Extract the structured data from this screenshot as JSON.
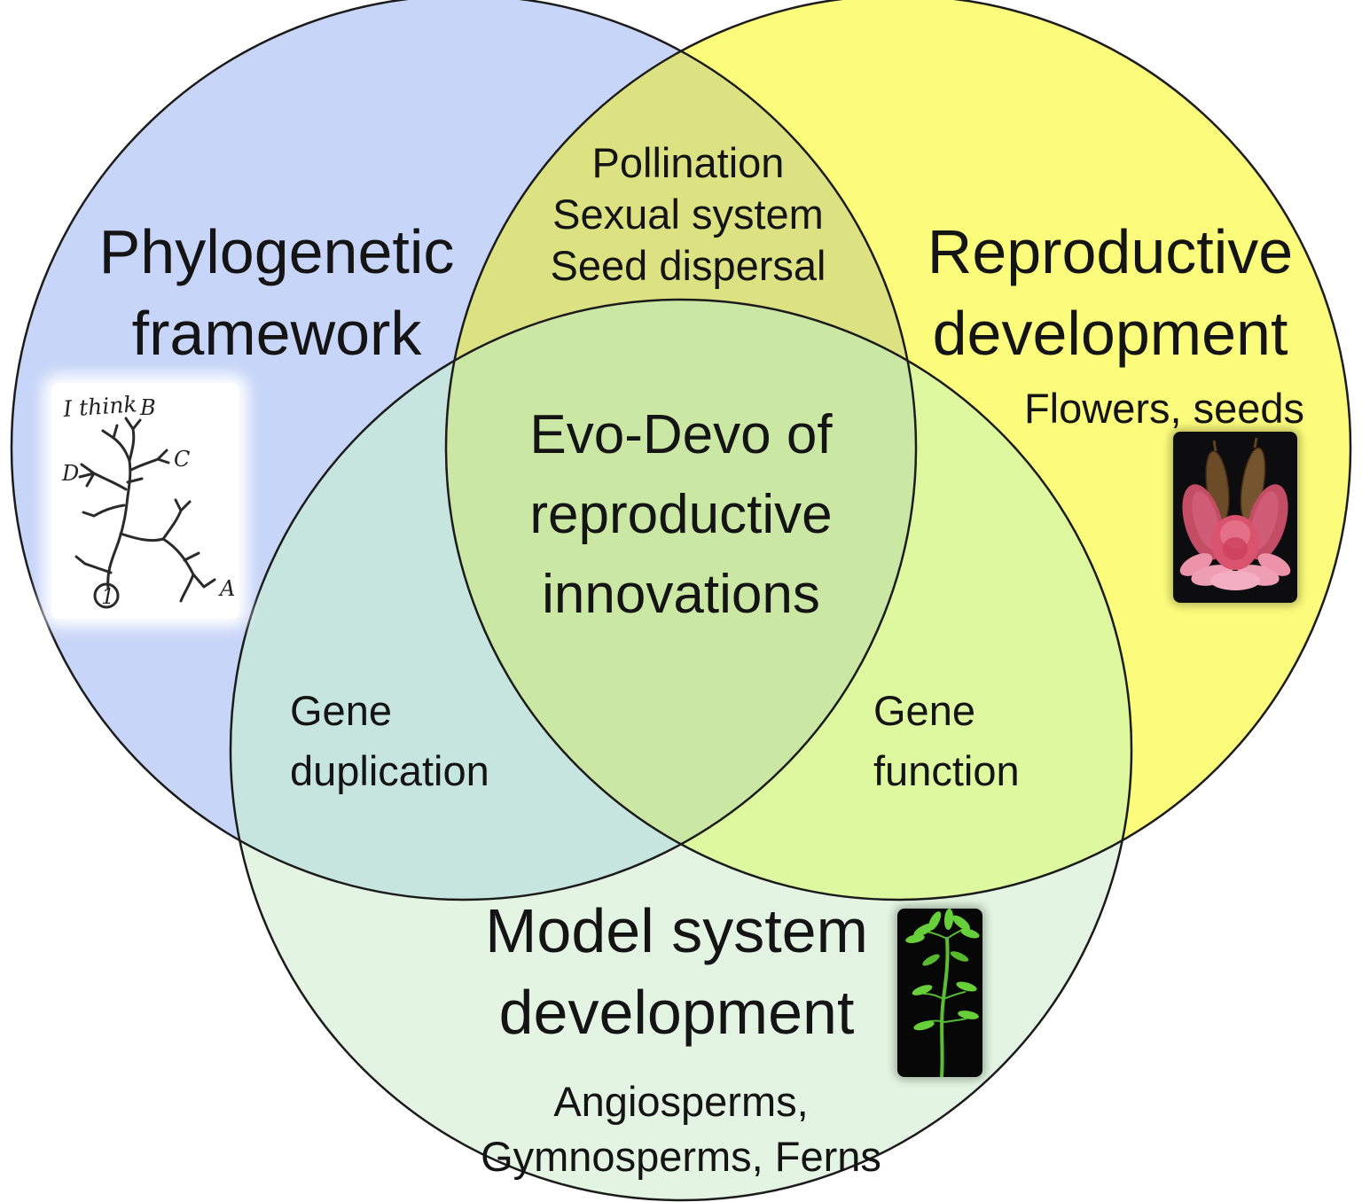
{
  "venn": {
    "colors": {
      "blue": "#c7d5f8",
      "yellow": "#fcfc7c",
      "green": "#e3f5e2",
      "blue_yellow": "#dce182",
      "blue_green": "#c6e5df",
      "yellow_green": "#ddf89e",
      "center": "#cae7a3",
      "outline": "#1c1c1c",
      "text": "#141414"
    },
    "regions": {
      "phylogenetic": {
        "line1": "Phylogenetic",
        "line2": "framework"
      },
      "reproductive": {
        "line1": "Reproductive",
        "line2": "development",
        "sublabel": "Flowers, seeds"
      },
      "model": {
        "line1": "Model system",
        "line2": "development",
        "sub1": "Angiosperms,",
        "sub2": "Gymnosperms, Ferns"
      },
      "phylo_repro": {
        "line1": "Pollination",
        "line2": "Sexual system",
        "line3": "Seed dispersal"
      },
      "phylo_model": {
        "line1": "Gene",
        "line2": "duplication"
      },
      "repro_model": {
        "line1": "Gene",
        "line2": "function"
      },
      "center": {
        "line1": "Evo-Devo of",
        "line2": "reproductive",
        "line3": "innovations"
      }
    },
    "images": {
      "darwin_sketch": {
        "name": "darwin-i-think-tree-sketch",
        "caption": "I think",
        "labels": {
          "b": "B",
          "c": "C",
          "d": "D",
          "a": "A",
          "one": "1"
        }
      },
      "flower": {
        "name": "flower-photo"
      },
      "seedling": {
        "name": "fern-seedling-photo"
      }
    }
  }
}
